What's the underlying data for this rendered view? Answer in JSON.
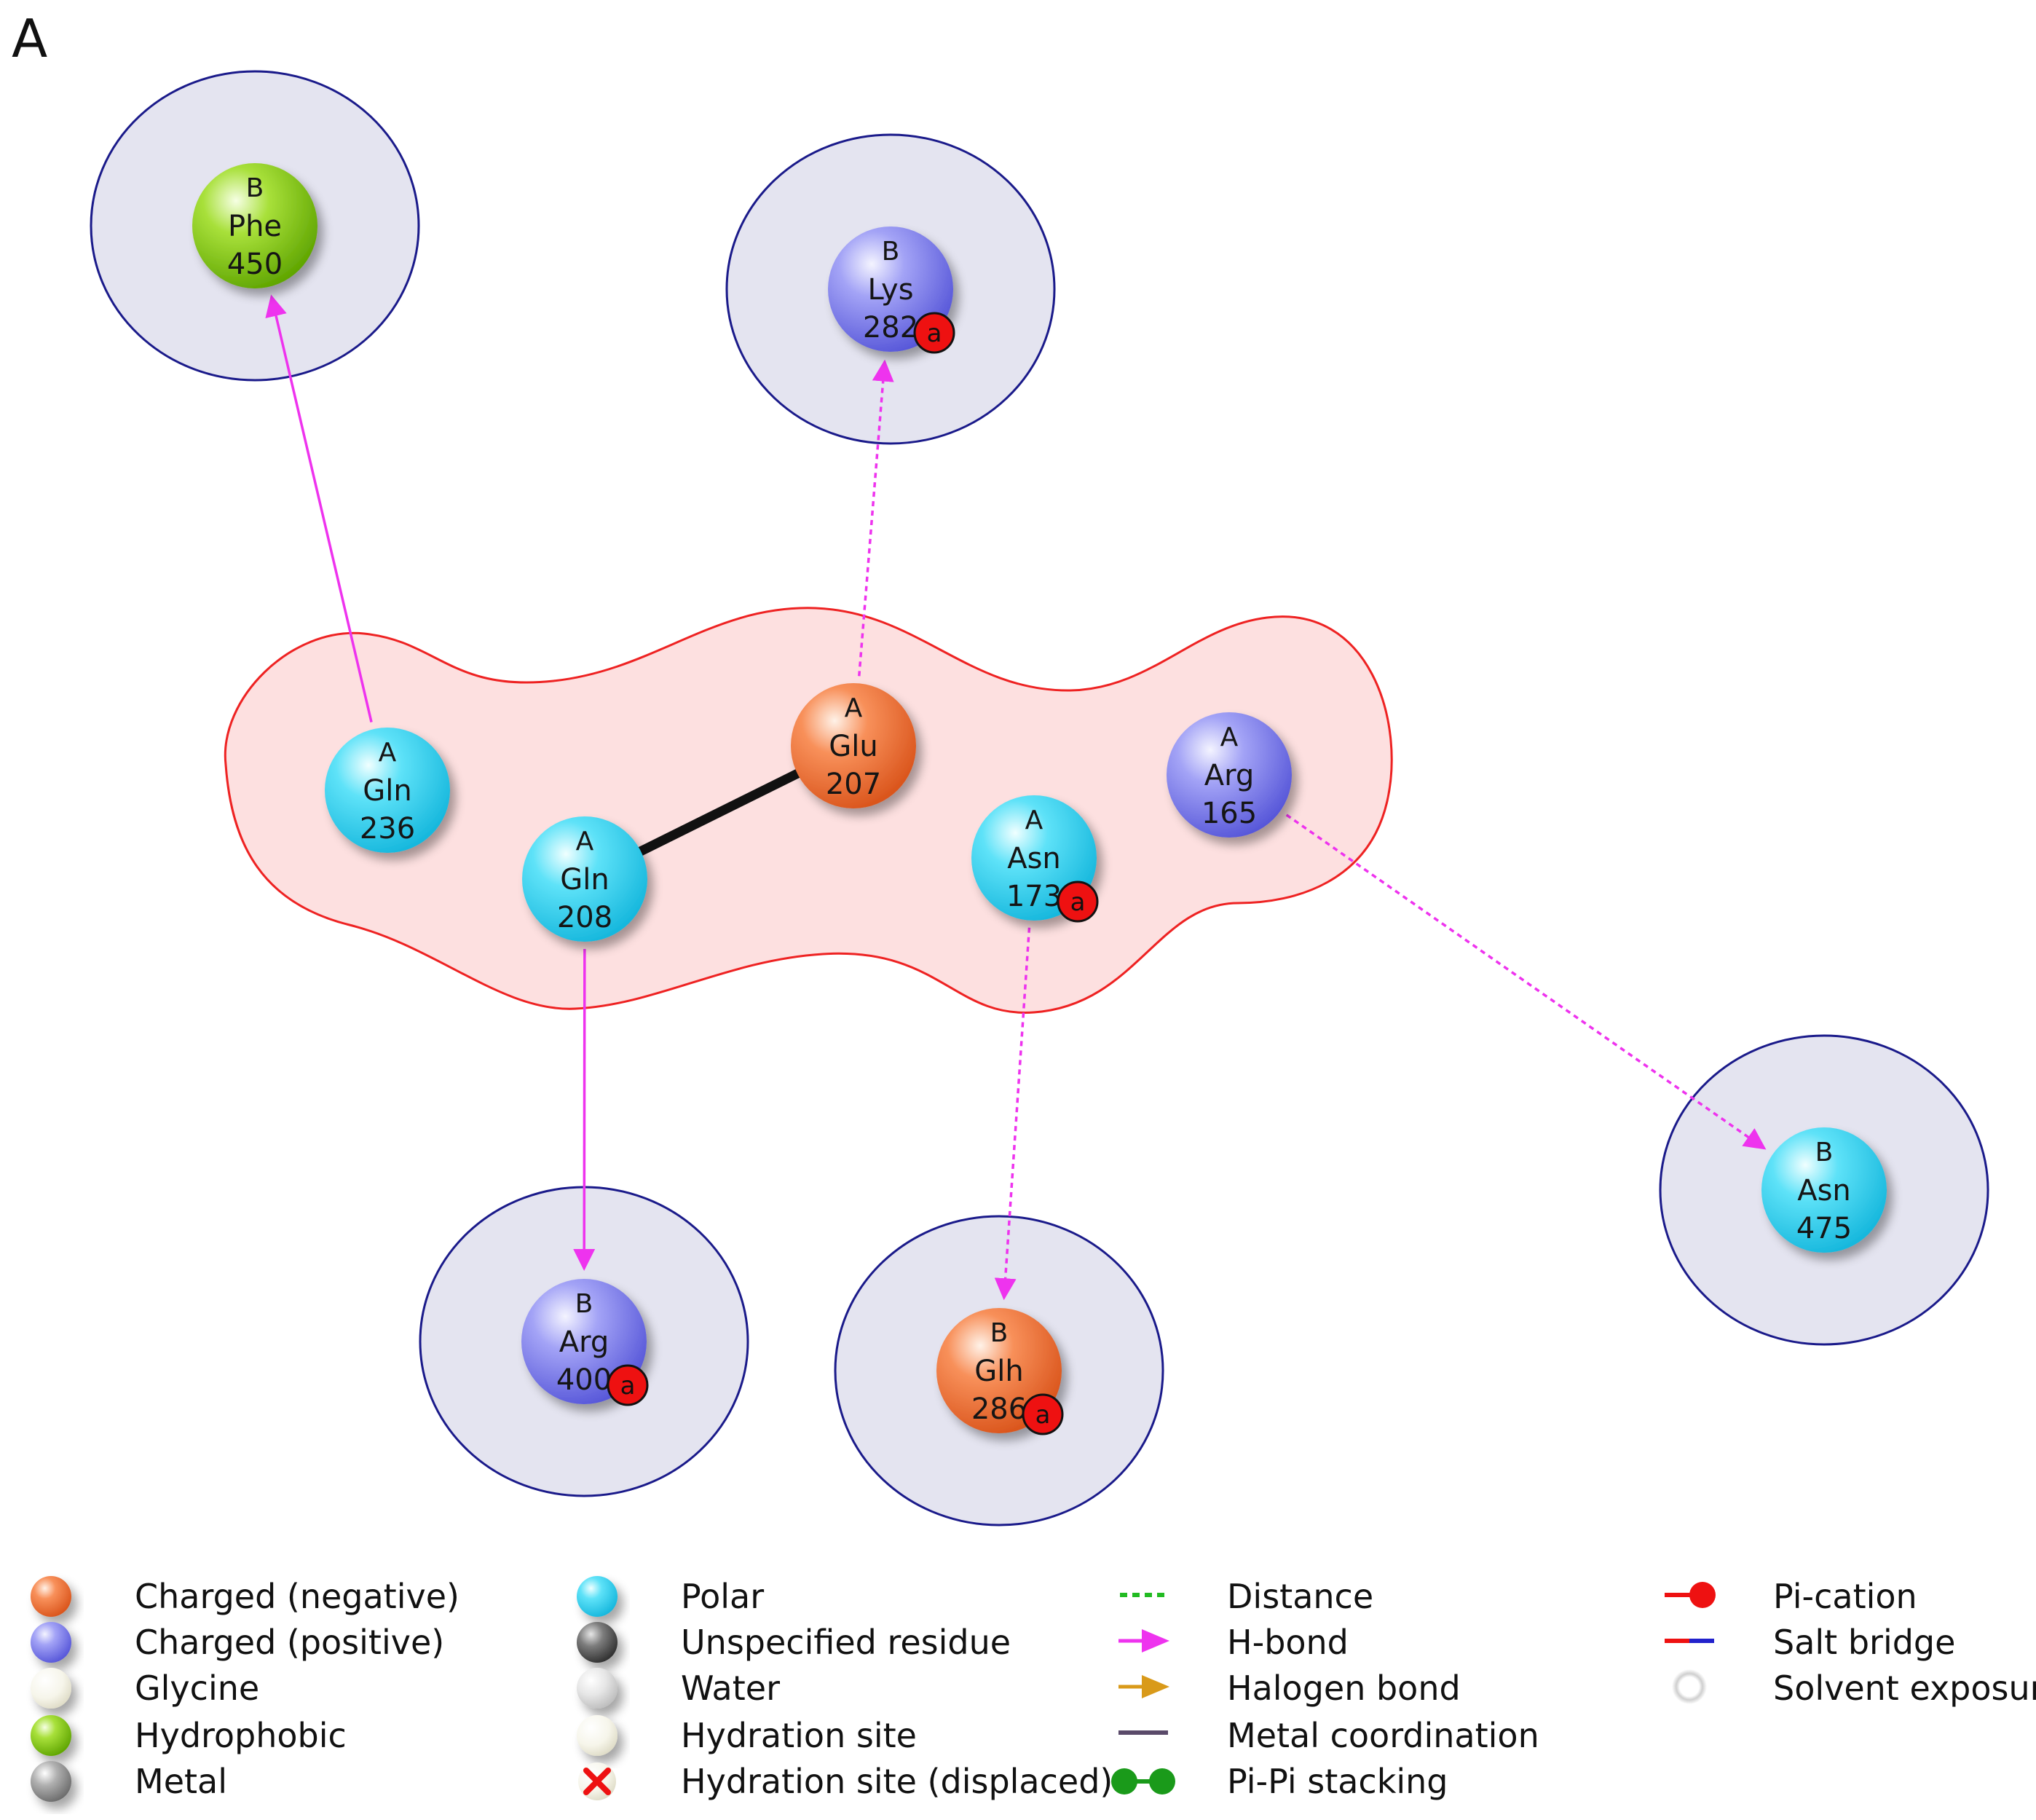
{
  "panel_label": "A",
  "colors": {
    "charged_negative": "#f07a3c",
    "charged_positive": "#8888ee",
    "glycine": "#f4f2e4",
    "hydrophobic": "#8fd11d",
    "metal": "#9a9a9a",
    "polar": "#3fd6f2",
    "unspecified": "#707070",
    "water": "#dcdcdc",
    "hbond": "#ee33ee",
    "distance": "#22bb22",
    "halogen": "#d99a1a",
    "metal_coord": "#5a4a6a",
    "pipi": "#1a9a1a",
    "pication": "#ee1111",
    "saltbridge_red": "#ee1111",
    "saltbridge_blue": "#2222cc",
    "ligand_fill": "#fde0e0",
    "ligand_stroke": "#ee2222",
    "pocket_fill": "#e4e4f0",
    "pocket_stroke": "#1a1a8a",
    "solvent_badge": "#ee1111"
  },
  "residues": [
    {
      "id": "gln236",
      "chain": "A",
      "name": "Gln",
      "num": "236",
      "type": "polar",
      "solvent": false
    },
    {
      "id": "glu207",
      "chain": "A",
      "name": "Glu",
      "num": "207",
      "type": "charged_negative",
      "solvent": false
    },
    {
      "id": "gln208",
      "chain": "A",
      "name": "Gln",
      "num": "208",
      "type": "polar",
      "solvent": false
    },
    {
      "id": "asn173",
      "chain": "A",
      "name": "Asn",
      "num": "173",
      "type": "polar",
      "solvent": true
    },
    {
      "id": "arg165",
      "chain": "A",
      "name": "Arg",
      "num": "165",
      "type": "charged_positive",
      "solvent": false
    },
    {
      "id": "phe450",
      "chain": "B",
      "name": "Phe",
      "num": "450",
      "type": "hydrophobic",
      "solvent": false
    },
    {
      "id": "lys282",
      "chain": "B",
      "name": "Lys",
      "num": "282",
      "type": "charged_positive",
      "solvent": true
    },
    {
      "id": "arg400",
      "chain": "B",
      "name": "Arg",
      "num": "400",
      "type": "charged_positive",
      "solvent": true
    },
    {
      "id": "glh286",
      "chain": "B",
      "name": "Glh",
      "num": "286",
      "type": "charged_negative",
      "solvent": true
    },
    {
      "id": "asn475",
      "chain": "B",
      "name": "Asn",
      "num": "475",
      "type": "polar",
      "solvent": false
    }
  ],
  "interactions": [
    {
      "from": "gln236",
      "to": "phe450",
      "kind": "hbond",
      "style": "solid"
    },
    {
      "from": "glu207",
      "to": "lys282",
      "kind": "hbond",
      "style": "dotted"
    },
    {
      "from": "gln208",
      "to": "arg400",
      "kind": "hbond",
      "style": "solid"
    },
    {
      "from": "asn173",
      "to": "glh286",
      "kind": "hbond",
      "style": "dotted"
    },
    {
      "from": "arg165",
      "to": "asn475",
      "kind": "hbond",
      "style": "dotted"
    },
    {
      "from": "gln208",
      "to": "glu207",
      "kind": "bond",
      "style": "solid"
    }
  ],
  "legend": {
    "columns": [
      [
        {
          "label": "Charged (negative)",
          "symbol": "ball",
          "color_key": "charged_negative"
        },
        {
          "label": "Charged (positive)",
          "symbol": "ball",
          "color_key": "charged_positive"
        },
        {
          "label": "Glycine",
          "symbol": "ball",
          "color_key": "glycine"
        },
        {
          "label": "Hydrophobic",
          "symbol": "ball",
          "color_key": "hydrophobic"
        },
        {
          "label": "Metal",
          "symbol": "ball",
          "color_key": "metal"
        }
      ],
      [
        {
          "label": "Polar",
          "symbol": "ball",
          "color_key": "polar"
        },
        {
          "label": "Unspecified residue",
          "symbol": "ball",
          "color_key": "unspecified"
        },
        {
          "label": "Water",
          "symbol": "ball",
          "color_key": "water"
        },
        {
          "label": "Hydration site",
          "symbol": "ball",
          "color_key": "glycine"
        },
        {
          "label": "Hydration site (displaced)",
          "symbol": "cross",
          "color_key": "pication"
        }
      ],
      [
        {
          "label": "Distance",
          "symbol": "dashed-line",
          "color_key": "distance"
        },
        {
          "label": "H-bond",
          "symbol": "arrow",
          "color_key": "hbond"
        },
        {
          "label": "Halogen bond",
          "symbol": "arrow",
          "color_key": "halogen"
        },
        {
          "label": "Metal coordination",
          "symbol": "line",
          "color_key": "metal_coord"
        },
        {
          "label": "Pi-Pi stacking",
          "symbol": "dumbbell",
          "color_key": "pipi"
        }
      ],
      [
        {
          "label": "Pi-cation",
          "symbol": "pication",
          "color_key": "pication"
        },
        {
          "label": "Salt bridge",
          "symbol": "saltbridge",
          "color_key": "saltbridge_red"
        },
        {
          "label": "Solvent exposure",
          "symbol": "halo",
          "color_key": "water"
        }
      ]
    ]
  },
  "solvent_badge_glyph": "a"
}
